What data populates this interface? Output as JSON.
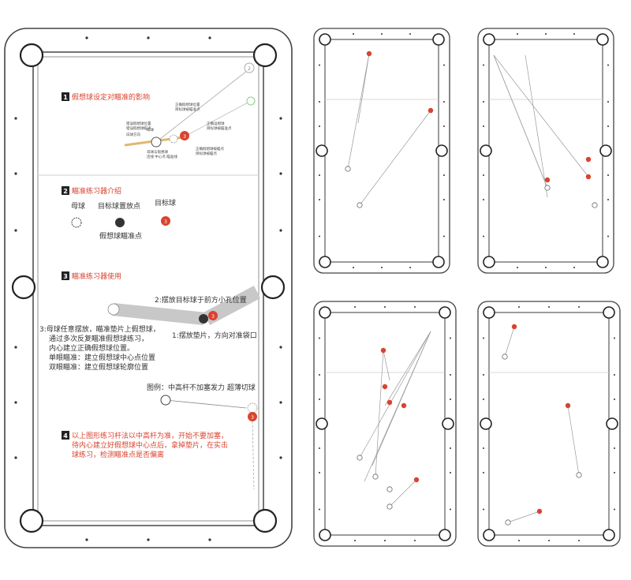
{
  "main_sheet": {
    "sections": [
      {
        "num": "1",
        "title": "假想球设定对瞄准的影响"
      },
      {
        "num": "2",
        "title": "瞄准练习器介绍"
      },
      {
        "num": "3",
        "title": "瞄准练习器使用"
      },
      {
        "num": "4",
        "title": "以上图形练习杆法以中高杆为准，开始不要加塞，"
      }
    ],
    "diagram1_labels": [
      "正确假想球位置",
      "目标球被瞄准点",
      "错误假想球位置",
      "错误假想球瞄点",
      "白球方向",
      "母球",
      "正确设想球",
      "目标球被瞄准点",
      "正确假想球被瞄点",
      "目标球被瞄点",
      "母球与假想球",
      "连线 中心点 瞄准线"
    ],
    "section2": {
      "cue_ball": "母球",
      "target_placement": "目标球置放点",
      "target_ball": "目标球",
      "ghost_aim": "假想球瞄准点"
    },
    "section3": {
      "step2": "2:摆放目标球于前方小孔位置",
      "step1": "1:摆放垫片，方向对准袋口",
      "step3_lines": [
        "3:母球任意摆放，瞄准垫片上假想球，",
        "通过多次反复瞄准假想球练习，",
        "内心建立正确假想球位置。",
        "单眼瞄准：建立假想球中心点位置",
        "双眼瞄准：建立假想球轮廓位置"
      ],
      "legend": "图例：中高杆不加塞发力 超薄切球"
    },
    "section4_lines": [
      "待内心建立好假想球中心点后，拿掉垫片，在实击",
      "球练习，检测瞄准点是否偏离"
    ],
    "ball_numbers": [
      "2",
      "3",
      "3",
      "3",
      "3"
    ]
  },
  "colors": {
    "accent_red": "#d9432f",
    "table_line": "#3a3a3a",
    "divider": "#cfcfcf"
  },
  "panels": [
    {
      "name": "practice-table-top-left"
    },
    {
      "name": "practice-table-top-right"
    },
    {
      "name": "practice-table-bottom-left"
    },
    {
      "name": "practice-table-bottom-right"
    }
  ]
}
